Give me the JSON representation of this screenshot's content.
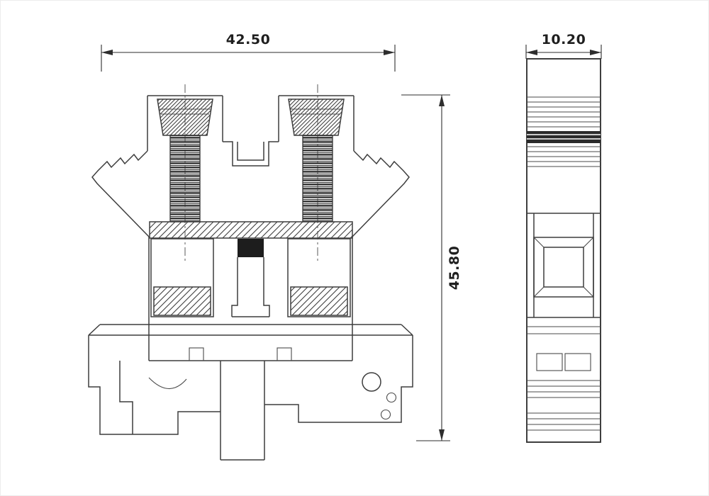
{
  "drawing": {
    "dimensions": {
      "front_width": "42.50",
      "side_width": "10.20",
      "front_height": "45.80"
    },
    "colors": {
      "line": "#3d3d3d",
      "text": "#1f1f1f",
      "dark_fill": "#1d1d1d",
      "background": "#ffffff"
    }
  }
}
